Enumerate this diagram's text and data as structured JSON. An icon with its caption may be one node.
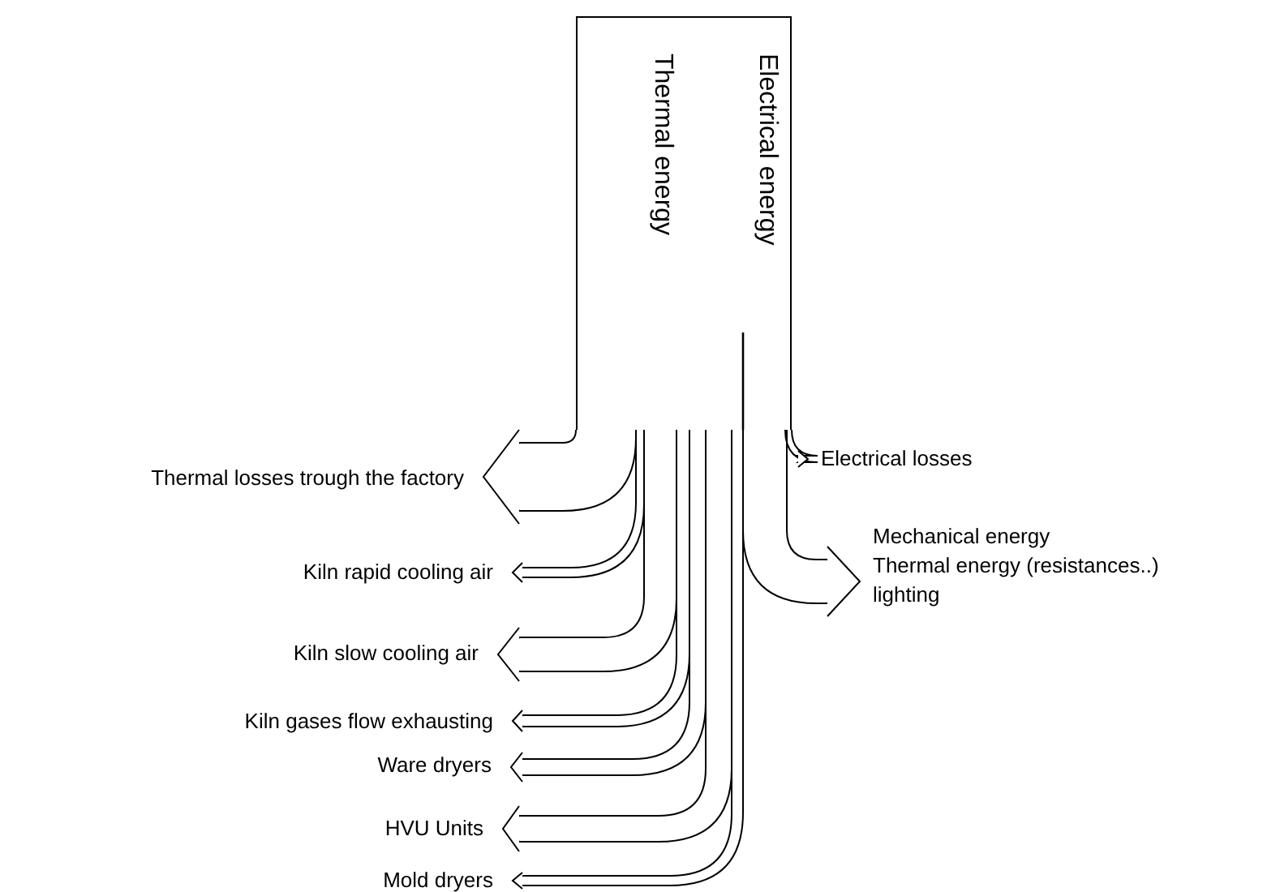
{
  "diagram": {
    "nodes": [
      {
        "text": [
          "Thermal energy"
        ]
      },
      {
        "text": [
          "Electrical energy"
        ]
      },
      {
        "text": [
          "Thermal losses trough the factory"
        ]
      },
      {
        "text": [
          "Kiln rapid cooling air"
        ]
      },
      {
        "text": [
          "Kiln slow cooling air"
        ]
      },
      {
        "text": [
          "Kiln gases flow exhausting"
        ]
      },
      {
        "text": [
          "Ware dryers"
        ]
      },
      {
        "text": [
          "HVU Units"
        ]
      },
      {
        "text": [
          "Mold dryers"
        ]
      },
      {
        "text": [
          "Electrical losses"
        ]
      },
      {
        "text": [
          "Mechanical energy",
          "Thermal energy (resistances..)",
          "lighting"
        ]
      }
    ],
    "edges": [
      {
        "from": 0,
        "to": 2,
        "arrow": "to"
      },
      {
        "from": 0,
        "to": 3,
        "arrow": "to"
      },
      {
        "from": 0,
        "to": 4,
        "arrow": "to"
      },
      {
        "from": 0,
        "to": 5,
        "arrow": "to"
      },
      {
        "from": 0,
        "to": 6,
        "arrow": "to"
      },
      {
        "from": 0,
        "to": 7,
        "arrow": "to"
      },
      {
        "from": 0,
        "to": 8,
        "arrow": "to"
      },
      {
        "from": 1,
        "to": 9,
        "arrow": "to"
      },
      {
        "from": 1,
        "to": 10,
        "arrow": "to"
      }
    ]
  }
}
